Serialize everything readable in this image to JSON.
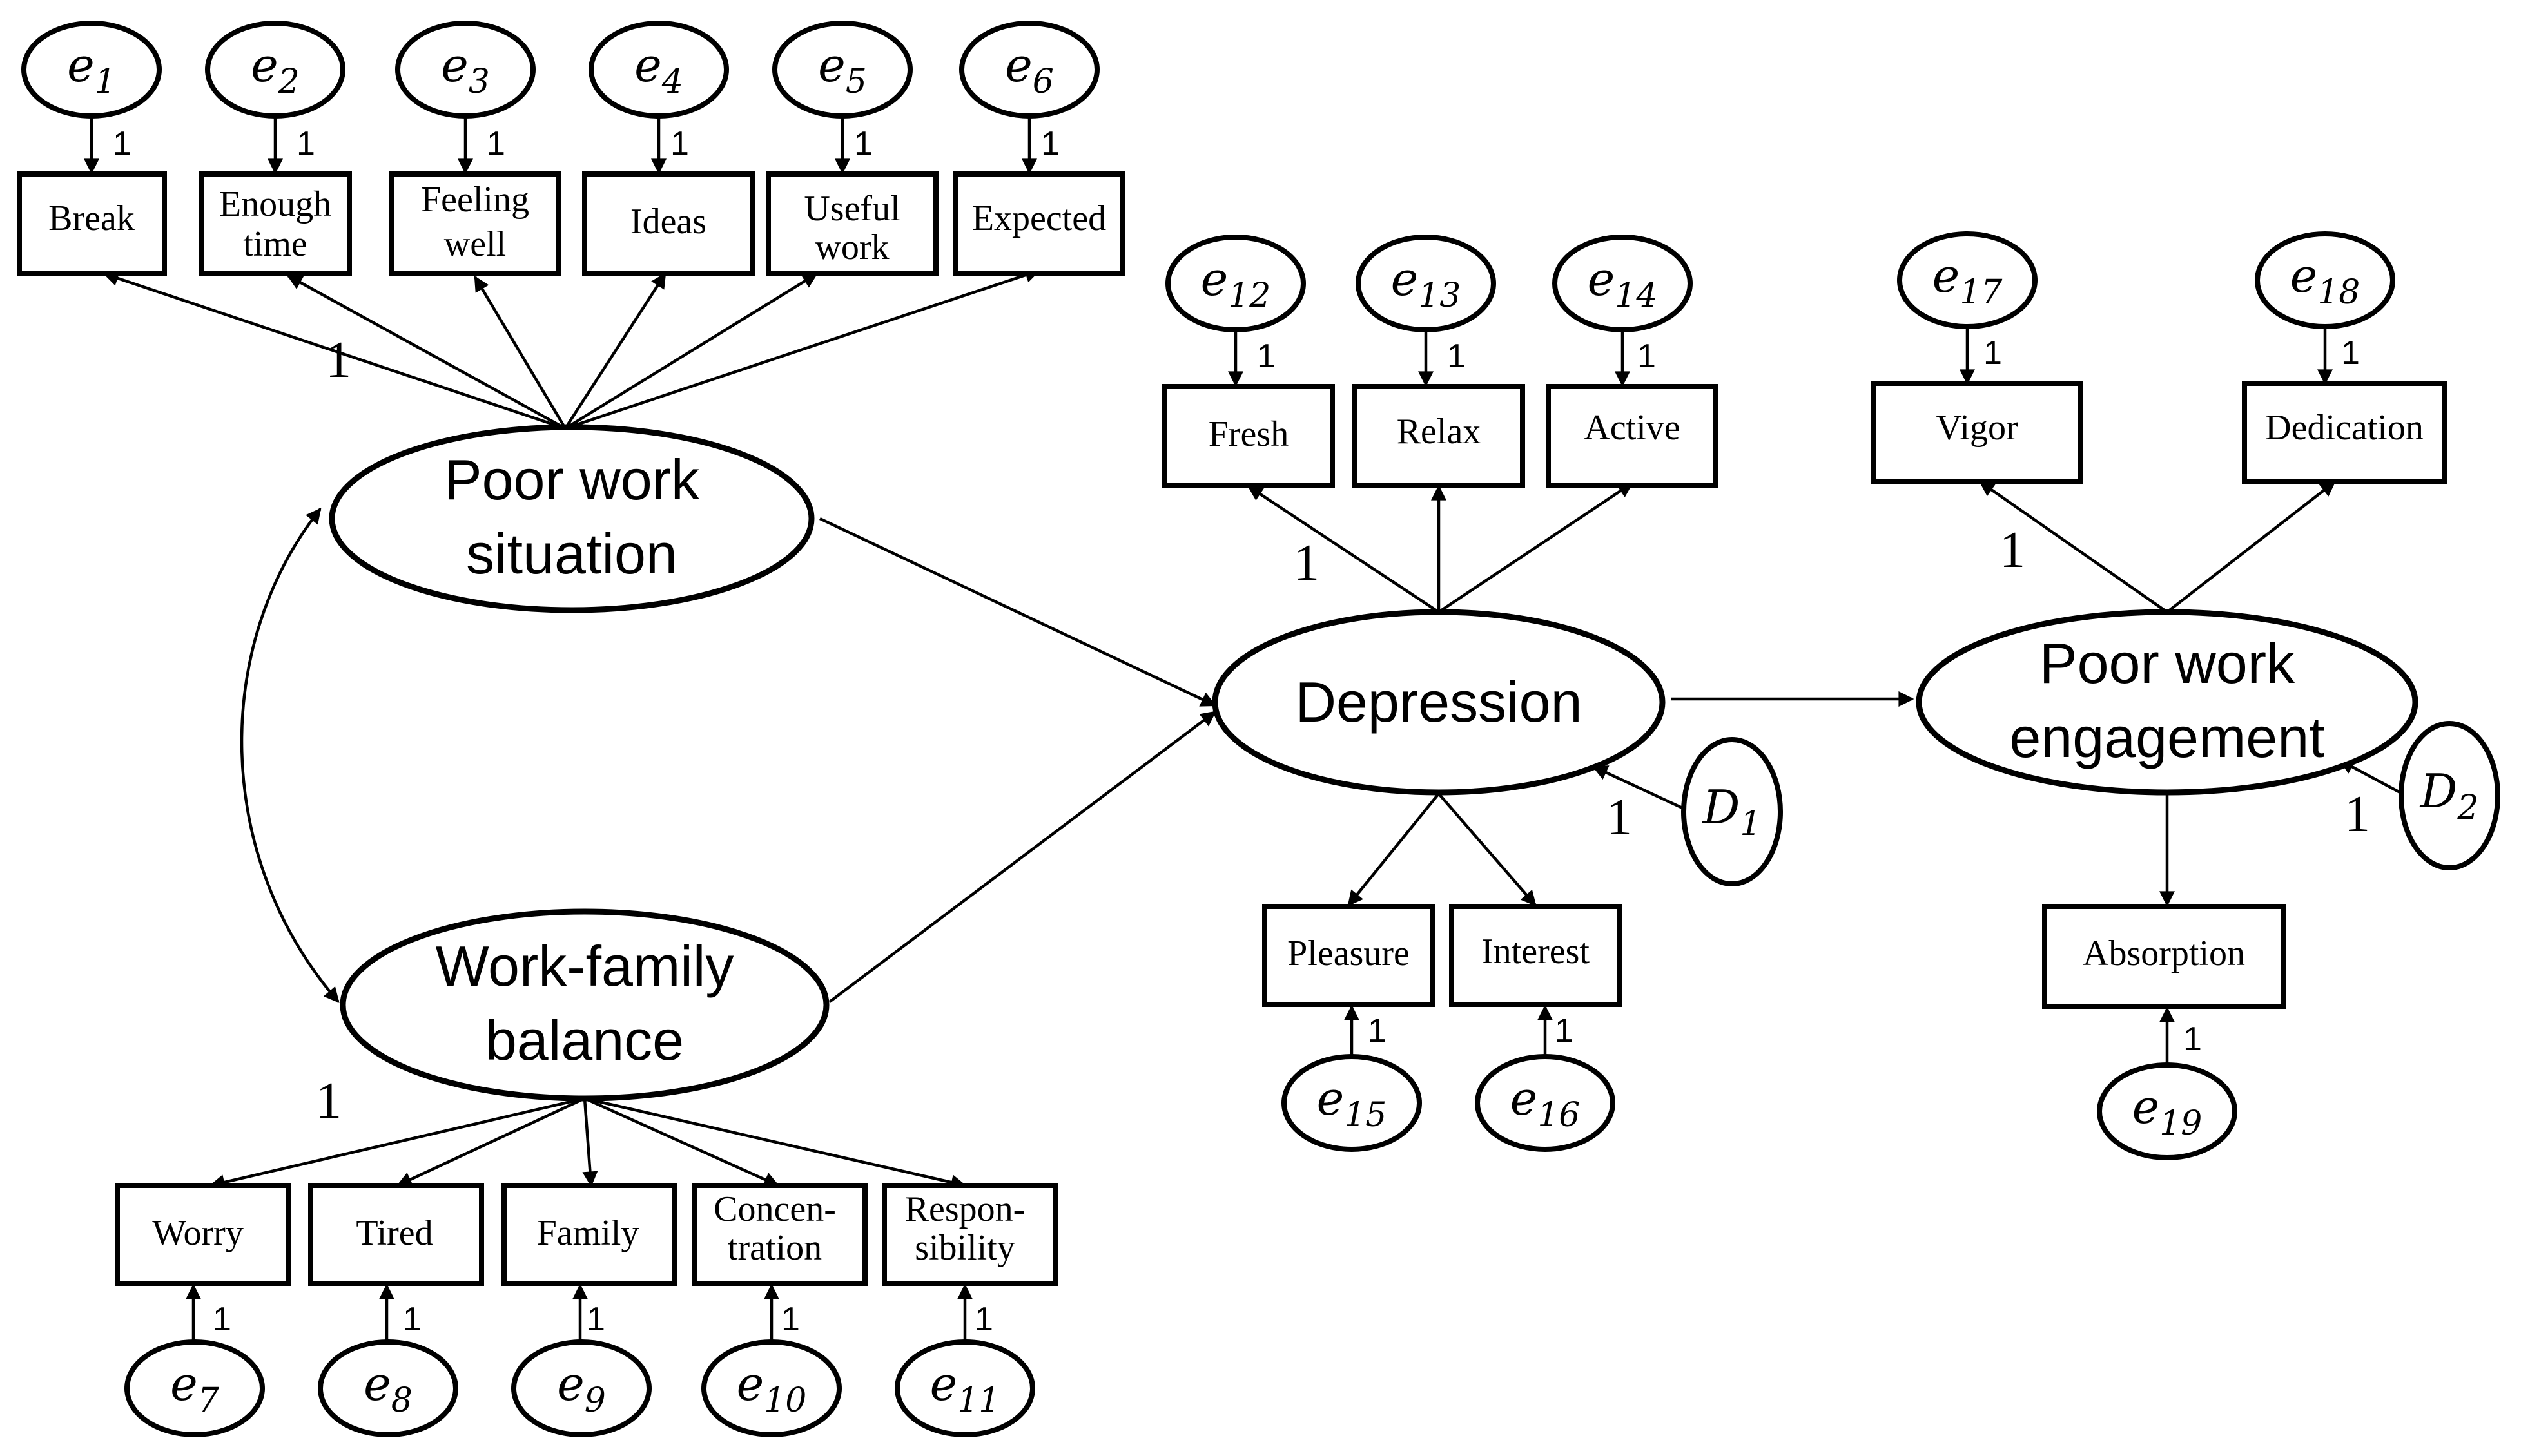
{
  "latents": {
    "poor_work_situation": {
      "line1": "Poor work",
      "line2": "situation"
    },
    "work_family_balance": {
      "line1": "Work-family",
      "line2": "balance"
    },
    "depression": {
      "line1": "Depression"
    },
    "poor_work_engagement": {
      "line1": "Poor work",
      "line2": "engagement"
    }
  },
  "indicators": {
    "break": {
      "line1": "Break"
    },
    "enough_time": {
      "line1": "Enough",
      "line2": "time"
    },
    "feeling_well": {
      "line1": "Feeling",
      "line2": "well"
    },
    "ideas": {
      "line1": "Ideas"
    },
    "useful_work": {
      "line1": "Useful",
      "line2": "work"
    },
    "expected": {
      "line1": "Expected"
    },
    "worry": {
      "line1": "Worry"
    },
    "tired": {
      "line1": "Tired"
    },
    "family": {
      "line1": "Family"
    },
    "concentration": {
      "line1": "Concen-",
      "line2": "tration"
    },
    "responsibility": {
      "line1": "Respon-",
      "line2": "sibility"
    },
    "fresh": {
      "line1": "Fresh"
    },
    "relax": {
      "line1": "Relax"
    },
    "active": {
      "line1": "Active"
    },
    "pleasure": {
      "line1": "Pleasure"
    },
    "interest": {
      "line1": "Interest"
    },
    "vigor": {
      "line1": "Vigor"
    },
    "dedication": {
      "line1": "Dedication"
    },
    "absorption": {
      "line1": "Absorption"
    }
  },
  "errors": {
    "e1": {
      "base": "e",
      "sub": "1"
    },
    "e2": {
      "base": "e",
      "sub": "2"
    },
    "e3": {
      "base": "e",
      "sub": "3"
    },
    "e4": {
      "base": "e",
      "sub": "4"
    },
    "e5": {
      "base": "e",
      "sub": "5"
    },
    "e6": {
      "base": "e",
      "sub": "6"
    },
    "e7": {
      "base": "e",
      "sub": "7"
    },
    "e8": {
      "base": "e",
      "sub": "8"
    },
    "e9": {
      "base": "e",
      "sub": "9"
    },
    "e10": {
      "base": "e",
      "sub": "10"
    },
    "e11": {
      "base": "e",
      "sub": "11"
    },
    "e12": {
      "base": "e",
      "sub": "12"
    },
    "e13": {
      "base": "e",
      "sub": "13"
    },
    "e14": {
      "base": "e",
      "sub": "14"
    },
    "e15": {
      "base": "e",
      "sub": "15"
    },
    "e16": {
      "base": "e",
      "sub": "16"
    },
    "e17": {
      "base": "e",
      "sub": "17"
    },
    "e18": {
      "base": "e",
      "sub": "18"
    },
    "e19": {
      "base": "e",
      "sub": "19"
    },
    "d1": {
      "base": "D",
      "sub": "1"
    },
    "d2": {
      "base": "D",
      "sub": "2"
    }
  },
  "fixed_loading": "1"
}
